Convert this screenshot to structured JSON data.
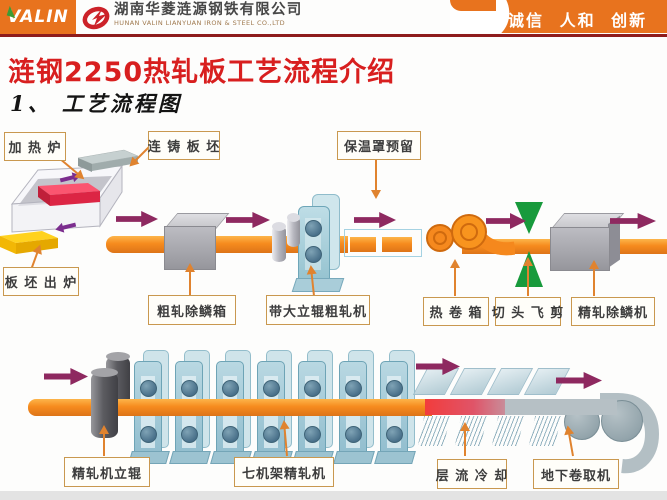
{
  "header": {
    "logo_text": "VALIN",
    "company_name_cn": "湖南华菱涟源钢铁有限公司",
    "company_name_en": "HUNAN VALIN LIANYUAN IRON & STEEL CO.,LTD",
    "slogan": "诚信 人和 创新"
  },
  "slide": {
    "title": "涟钢2250热轧板工艺流程介绍",
    "section_heading": "1、 工艺流程图"
  },
  "diagram": {
    "heating_furnace": "加 热 炉",
    "casting_slab": "连 铸 板 坯",
    "insulation_hood": "保温罩预留",
    "slab_discharge": "板 坯 出 炉",
    "rough_descaling_box": "粗轧除鳞箱",
    "rough_mill_with_edger": "带大立辊粗轧机",
    "coil_box": "热 卷 箱",
    "crop_shear": "切 头 飞 剪",
    "finish_descaler": "精轧除鳞机",
    "finish_mill_edger": "精轧机立辊",
    "seven_stand_mill": "七机架精轧机",
    "laminar_cooling": "层 流 冷 却",
    "downcoiler": "地下卷取机"
  },
  "colors": {
    "header_orange": "#e8731e",
    "divider_red": "#8e1c1c",
    "title_red": "#d81f1f",
    "flow_arrow_maroon": "#8e2960",
    "pointer_orange": "#e0832f",
    "strip_orange": "#f68b1e",
    "label_border_tan": "#c9984f",
    "shear_green": "#189a3c",
    "stand_blue": "#8fbccd"
  }
}
